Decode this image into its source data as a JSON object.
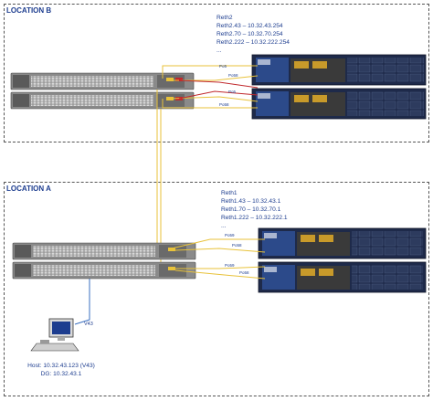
{
  "location_b": {
    "label": "LOCATION B",
    "reth_title": "Reth2",
    "reth_lines": [
      "Reth2.43 – 10.32.43.254",
      "Reth2.70 – 10.32.70.254",
      "Reth2.222 – 10.32.222.254"
    ],
    "reth_more": "...",
    "port_labels": [
      "Po5",
      "Po58",
      "Po5",
      "Po58"
    ]
  },
  "location_a": {
    "label": "LOCATION A",
    "reth_title": "Reth1",
    "reth_lines": [
      "Reth1.43 – 10.32.43.1",
      "Reth1.70 – 10.32.70.1",
      "Reth1.222 – 10.32.222.1"
    ],
    "reth_more": "...",
    "port_labels": [
      "Po59",
      "Po58",
      "Po59",
      "Po58"
    ]
  },
  "host": {
    "vlan_label": "V43",
    "host_line": "Host: 10.32.43.123 (V43)",
    "dg_line": "DG: 10.32.43.1"
  },
  "colors": {
    "box_border": "#555555",
    "label_blue": "#1d3d8f",
    "cable_yellow": "#e8c23a",
    "cable_red": "#c0282c",
    "cable_blue": "#3a6fc0",
    "firewall_body": "#1e2a4a",
    "switch_body": "#7a7a7a"
  }
}
